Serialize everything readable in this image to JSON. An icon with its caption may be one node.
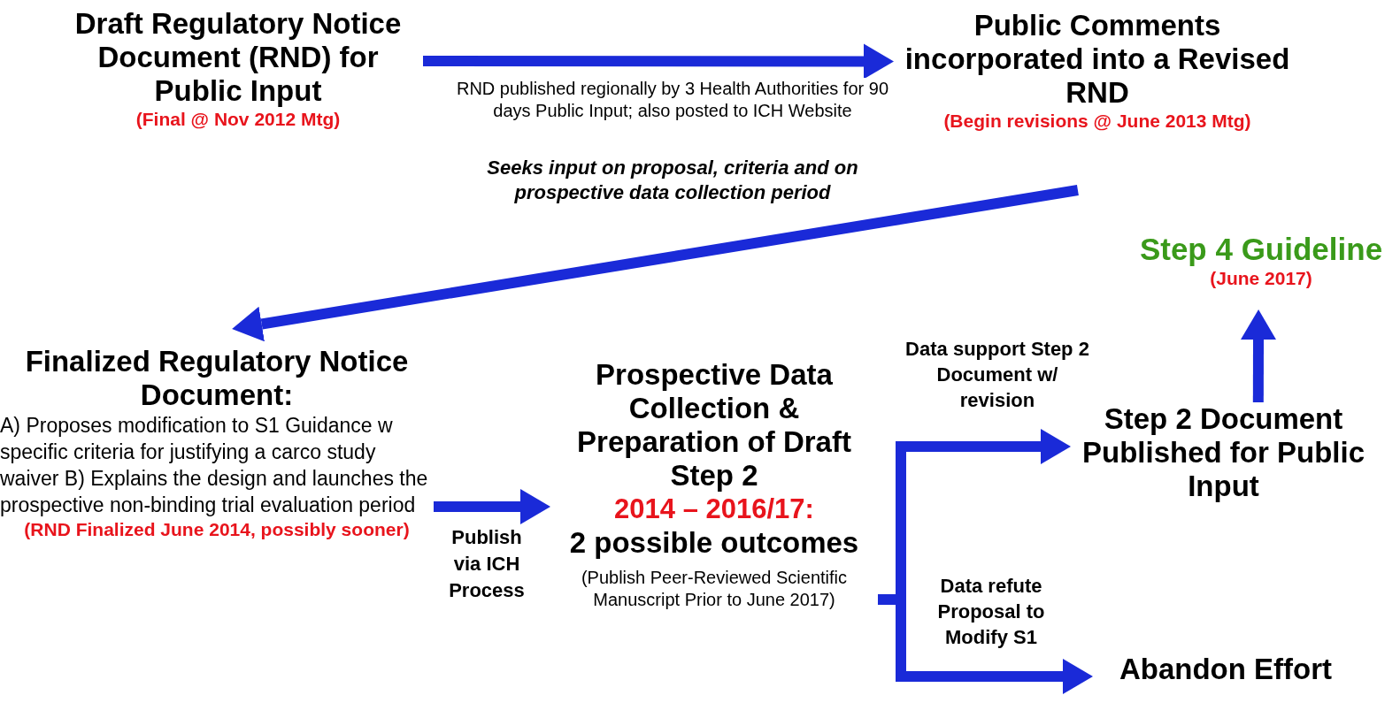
{
  "diagram": {
    "nodes": [
      {
        "text": [
          "Draft Regulatory Notice Document (RND) for Public Input",
          "(Final @ Nov 2012 Mtg)"
        ]
      },
      {
        "text": [
          "Public Comments incorporated into a Revised RND",
          "(Begin revisions @ June 2013 Mtg)"
        ]
      },
      {
        "text": [
          "Step 4 Guideline",
          "(June 2017)"
        ]
      },
      {
        "text": [
          "Finalized Regulatory Notice Document:",
          "A) Proposes modification to S1 Guidance w specific criteria for justifying a carco study waiver B) Explains the design and launches the prospective non-binding trial evaluation period",
          "(RND Finalized June 2014, possibly sooner)"
        ]
      },
      {
        "text": [
          "Prospective Data Collection & Preparation of Draft Step 2",
          "2014 – 2016/17:",
          "2 possible outcomes",
          "(Publish Peer-Reviewed Scientific Manuscript Prior to June 2017)"
        ]
      },
      {
        "text": [
          "Step 2 Document Published for Public Input"
        ]
      },
      {
        "text": [
          "Abandon Effort"
        ]
      }
    ],
    "edges": [
      {
        "from": 0,
        "to": 1,
        "arrow": "to",
        "label": "RND published regionally by 3 Health Authorities for 90 days Public Input; also posted to ICH Website"
      },
      {
        "from": 1,
        "to": 3,
        "arrow": "to"
      },
      {
        "from": 3,
        "to": 4,
        "arrow": "to",
        "label": "Publish via ICH Process"
      },
      {
        "from": 4,
        "to": 5,
        "arrow": "to",
        "label": "Data support Step 2 Document w/ revision"
      },
      {
        "from": 4,
        "to": 6,
        "arrow": "to",
        "label": "Data refute Proposal to Modify S1"
      },
      {
        "from": 5,
        "to": 2,
        "arrow": "to"
      }
    ],
    "labels": [
      "Seeks input on proposal, criteria and on prospective data collection period"
    ]
  }
}
